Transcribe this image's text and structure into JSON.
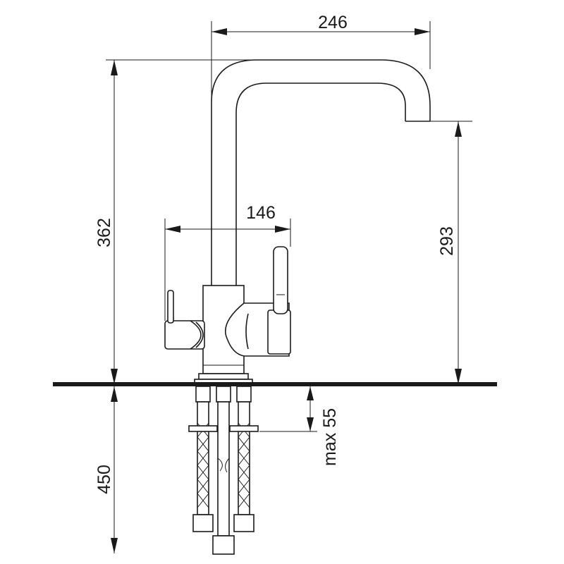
{
  "drawing": {
    "subject": "kitchen faucet dimension drawing",
    "line_color": "#1a1a1a",
    "background": "#ffffff"
  },
  "dimensions": {
    "spout_reach": "246",
    "handle_span": "146",
    "total_height": "362",
    "spout_height": "293",
    "hose_length": "450",
    "countertop_thickness": "max 55"
  }
}
